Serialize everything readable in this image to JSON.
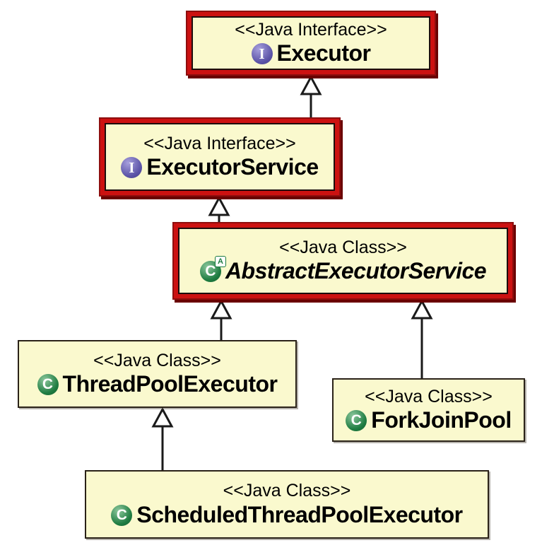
{
  "diagram": {
    "kind": "uml-class-diagram",
    "nodes": [
      {
        "stereotype": "<<Java Interface>>",
        "name": "Executor",
        "type": "interface",
        "highlighted": true
      },
      {
        "stereotype": "<<Java Interface>>",
        "name": "ExecutorService",
        "type": "interface",
        "highlighted": true
      },
      {
        "stereotype": "<<Java Class>>",
        "name": "AbstractExecutorService",
        "type": "abstract-class",
        "highlighted": true
      },
      {
        "stereotype": "<<Java Class>>",
        "name": "ThreadPoolExecutor",
        "type": "class",
        "highlighted": false
      },
      {
        "stereotype": "<<Java Class>>",
        "name": "ForkJoinPool",
        "type": "class",
        "highlighted": false
      },
      {
        "stereotype": "<<Java Class>>",
        "name": "ScheduledThreadPoolExecutor",
        "type": "class",
        "highlighted": false
      }
    ],
    "edges": [
      {
        "from": "ExecutorService",
        "to": "Executor",
        "type": "generalization"
      },
      {
        "from": "AbstractExecutorService",
        "to": "ExecutorService",
        "type": "generalization"
      },
      {
        "from": "ThreadPoolExecutor",
        "to": "AbstractExecutorService",
        "type": "generalization"
      },
      {
        "from": "ForkJoinPool",
        "to": "AbstractExecutorService",
        "type": "generalization"
      },
      {
        "from": "ScheduledThreadPoolExecutor",
        "to": "ThreadPoolExecutor",
        "type": "generalization"
      }
    ],
    "icons": {
      "interface_letter": "I",
      "class_letter": "C",
      "abstract_badge_letter": "A"
    },
    "colors": {
      "page_bg": "#ffffff",
      "node_fill": "#faf9ce",
      "node_border": "#2a2218",
      "highlight_red": "#cc1111",
      "highlight_dark_red": "#8e0e0e",
      "interface_purple": "#5b53a7",
      "class_green": "#1e7c41",
      "connector_black": "#1a1a1a",
      "text_black": "#000000"
    }
  }
}
